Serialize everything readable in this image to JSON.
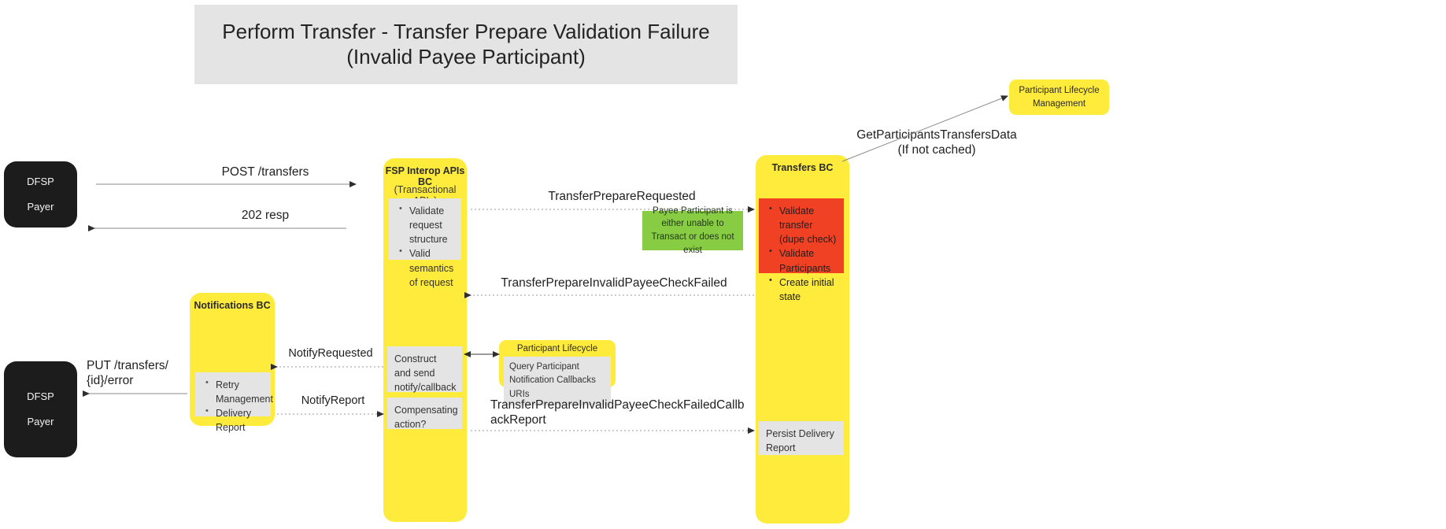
{
  "title": {
    "line1": "Perform Transfer - Transfer Prepare Validation Failure",
    "line2": "(Invalid Payee Participant)"
  },
  "actors": {
    "payer_top": {
      "line1": "DFSP",
      "line2": "Payer"
    },
    "payer_bottom": {
      "line1": "DFSP",
      "line2": "Payer"
    }
  },
  "lifelines": {
    "fsp_interop": {
      "title": "FSP Interop APIs BC",
      "subtitle": "(Transactional APIs)",
      "validate_items": [
        "Validate request structure",
        "Valid semantics of request"
      ],
      "construct_text": "Construct and send notify/callback request",
      "compensating_text": "Compensating action?"
    },
    "notifications": {
      "title": "Notifications BC",
      "items": [
        "Retry Management",
        "Delivery Report"
      ]
    },
    "transfers": {
      "title": "Transfers BC",
      "error_items": [
        "Validate transfer (dupe check)",
        "Validate Participants",
        "Create initial state"
      ],
      "persist_text": "Persist Delivery Report"
    }
  },
  "notes": {
    "payee_invalid": "Payee Participant is either unable to Transact or does not exist",
    "participant_lifecycle_mgmt": "Participant Lifecycle Management",
    "participant_lifecycle": {
      "title": "Participant Lifecycle",
      "body": "Query Participant\nNotification Callbacks URIs"
    }
  },
  "messages": {
    "post_transfers": "POST /transfers",
    "resp_202": "202 resp",
    "transfer_prepare_requested": "TransferPrepareRequested",
    "get_participants": "GetParticipantsTransfersData\n(If not cached)",
    "invalid_payee_check_failed": "TransferPrepareInvalidPayeeCheckFailed",
    "notify_requested": "NotifyRequested",
    "notify_report": "NotifyReport",
    "put_transfers_error": "PUT /transfers/\n{id}/error",
    "callback_report": "TransferPrepareInvalidPayeeCheckFailedCallb\nackReport"
  },
  "colors": {
    "lifeline": "#ffeb3b",
    "actor": "#1c1c1c",
    "error": "#f04124",
    "note_green": "#88cc44",
    "activity": "#e4e4e4",
    "banner": "#e4e4e4"
  }
}
